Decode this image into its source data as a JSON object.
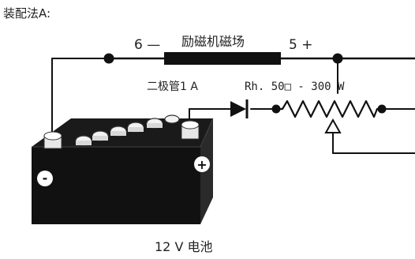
{
  "title": "装配法A:",
  "labels": {
    "field_minus": "6 —",
    "field_name": "励磁机磁场",
    "field_plus": "5 +",
    "diode": "二极管1 A",
    "rheostat": "Rh. 50□ - 300 W",
    "battery": "12 V  电池"
  },
  "battery_terminals": {
    "negative": "-",
    "positive": "+"
  }
}
